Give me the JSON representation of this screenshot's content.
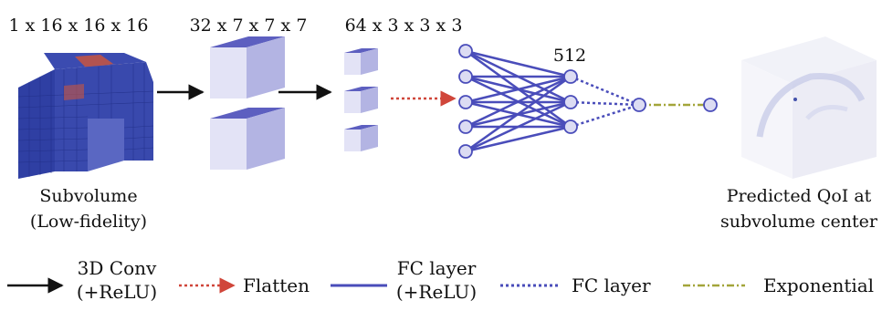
{
  "dimensions": {
    "input": "1 x 16 x 16 x 16",
    "conv1": "32 x 7 x 7 x 7",
    "conv2": "64 x 3 x 3 x 3",
    "fc": "512"
  },
  "labels": {
    "input_line1": "Subvolume",
    "input_line2": "(Low-fidelity)",
    "output_line1": "Predicted QoI at",
    "output_line2": "subvolume center"
  },
  "legend": {
    "conv_line1": "3D Conv",
    "conv_line2": "(+ReLU)",
    "flatten": "Flatten",
    "fc_relu_line1": "FC layer",
    "fc_relu_line2": "(+ReLU)",
    "fc": "FC layer",
    "exponential": "Exponential"
  },
  "colors": {
    "cube_top": "#5d5fc0",
    "cube_front": "#e3e3f6",
    "cube_side": "#b3b4e3",
    "fc_line": "#4a4dba",
    "node_fill": "#dcdcf3",
    "flatten_arrow": "#d0463a",
    "exp_line": "#a3a53a",
    "conv_arrow": "#111111",
    "voxel_blue": "#2f3fa3",
    "voxel_red": "#c9553f"
  }
}
